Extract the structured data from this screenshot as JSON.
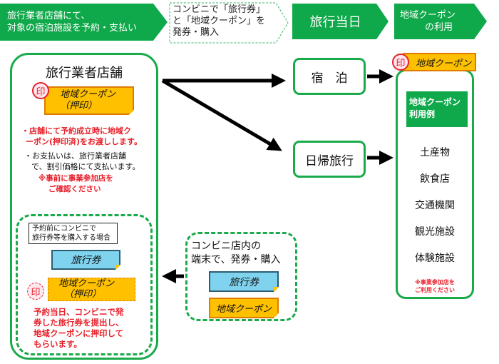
{
  "steps": [
    {
      "line1": "旅行業者店舗にて、",
      "line2": "対象の宿泊施設を予約・支払い"
    },
    {
      "line1": "コンビニで「旅行券」",
      "line2": "と「地域クーポン」を",
      "line3": "発券・購入"
    },
    {
      "label": "旅行当日"
    },
    {
      "line1": "地域クーポン",
      "line2": "の利用"
    }
  ],
  "shop": {
    "title": "旅行業者店舗",
    "stamp": "印",
    "coupon_line1": "地域クーポン",
    "coupon_line2": "（押印）",
    "bullet1_line1": "・店舗にて予約成立時に地域ク",
    "bullet1_line2": "ーポン(押印済)をお渡しします。",
    "bullet2_line1": "・お支払いは、旅行業者店舗",
    "bullet2_line2": "で、割引価格にて支払います。",
    "notice_line1": "※事前に事業参加店を",
    "notice_line2": "ご確認ください"
  },
  "precvs": {
    "note_line1": "予約前にコンビニで",
    "note_line2": "旅行券等を購入する場合",
    "ticket": "旅行券",
    "stamp": "印",
    "coupon_line1": "地域クーポン",
    "coupon_line2": "（押印）",
    "text_line1": "予約当日、コンビニで発",
    "text_line2": "券した旅行券を提出し、",
    "text_line3": "地域クーポンに押印して",
    "text_line4": "もらいます。"
  },
  "cvs": {
    "line1": "コンビニ店内の",
    "line2": "端末で、発券・購入",
    "ticket": "旅行券",
    "coupon": "地域クーポン"
  },
  "destinations": {
    "stay": "宿　泊",
    "daytrip": "日帰旅行"
  },
  "usage": {
    "stamp": "印",
    "coupon": "地域クーポン",
    "head_line1": "地域クーポン",
    "head_line2": "利用例",
    "items": [
      "土産物",
      "飲食店",
      "交通機関",
      "観光施設",
      "体験施設"
    ],
    "notice_line1": "※事業参加店を",
    "notice_line2": "ご利用ください"
  },
  "colors": {
    "green": "#0fa84a",
    "coupon": "#ffc000",
    "ticket": "#7fd3ee",
    "red": "#e8202a"
  }
}
